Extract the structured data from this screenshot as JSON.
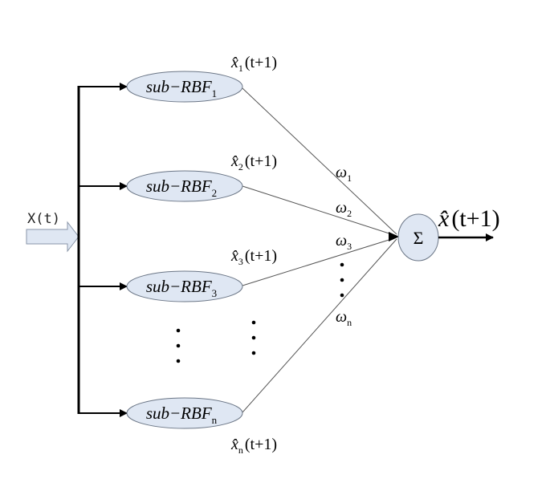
{
  "input": {
    "label": "X(t)"
  },
  "modules": [
    {
      "name": "sub−RBF",
      "subscript": "1",
      "output_var": "x̂",
      "output_sub": "1",
      "output_arg": "(t+1)",
      "weight": "ω",
      "weight_sub": "1"
    },
    {
      "name": "sub−RBF",
      "subscript": "2",
      "output_var": "x̂",
      "output_sub": "2",
      "output_arg": "(t+1)",
      "weight": "ω",
      "weight_sub": "2"
    },
    {
      "name": "sub−RBF",
      "subscript": "3",
      "output_var": "x̂",
      "output_sub": "3",
      "output_arg": "(t+1)",
      "weight": "ω",
      "weight_sub": "3"
    },
    {
      "name": "sub−RBF",
      "subscript": "n",
      "output_var": "x̂",
      "output_sub": "n",
      "output_arg": "(t+1)",
      "weight": "ω",
      "weight_sub": "n"
    }
  ],
  "sum_node": {
    "symbol": "Σ"
  },
  "output": {
    "var": "x̂",
    "arg": "(t+1)"
  },
  "colors": {
    "node_fill": "#dfe7f3",
    "input_arrow_fill": "#dfe7f3",
    "stroke": "#000000"
  }
}
